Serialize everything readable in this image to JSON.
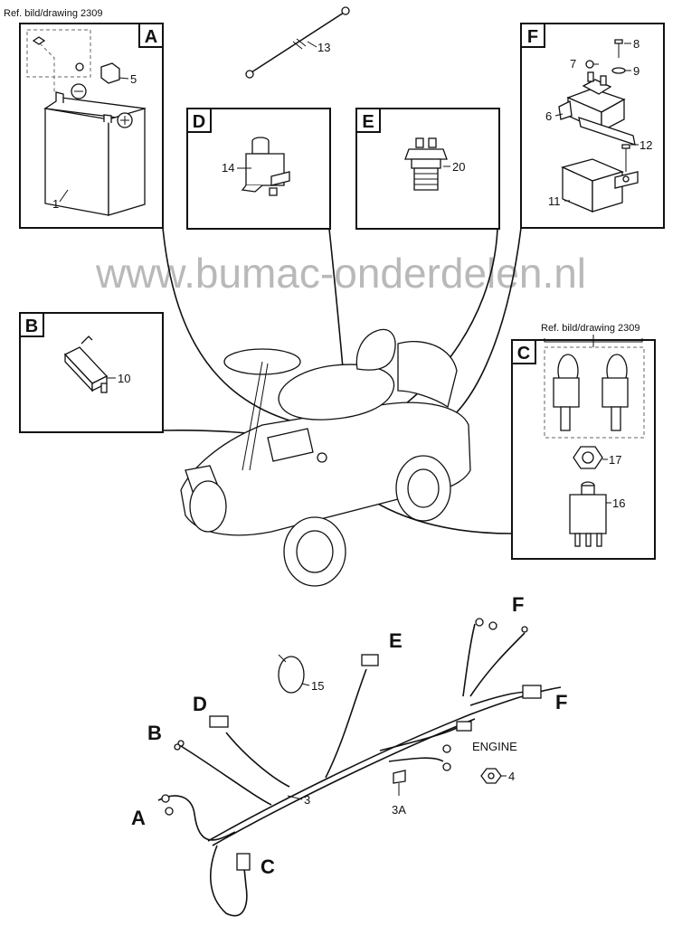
{
  "watermark": "www.bumac-onderdelen.nl",
  "ref_label_top": "Ref. bild/drawing 2309",
  "ref_label_c": "Ref. bild/drawing 2309",
  "engine_label": "ENGINE",
  "boxes": {
    "A": "A",
    "B": "B",
    "C": "C",
    "D": "D",
    "E": "E",
    "F": "F"
  },
  "harness_labels": {
    "A": "A",
    "B": "B",
    "C": "C",
    "D": "D",
    "E": "E",
    "F1": "F",
    "F2": "F"
  },
  "parts": {
    "p1": "1",
    "p3": "3",
    "p3a": "3A",
    "p4": "4",
    "p5": "5",
    "p6": "6",
    "p7": "7",
    "p8": "8",
    "p9": "9",
    "p10": "10",
    "p11": "11",
    "p12": "12",
    "p13": "13",
    "p14": "14",
    "p15": "15",
    "p16": "16",
    "p17": "17",
    "p20": "20"
  },
  "icons": [
    "battery-icon",
    "relay-icon",
    "solenoid-icon",
    "seat-switch-icon",
    "temp-sensor-icon",
    "microswitch-icon",
    "ignition-key-icon",
    "ignition-switch-icon",
    "nut-icon",
    "cable-tie-icon",
    "mower-icon",
    "wire-harness-icon"
  ]
}
